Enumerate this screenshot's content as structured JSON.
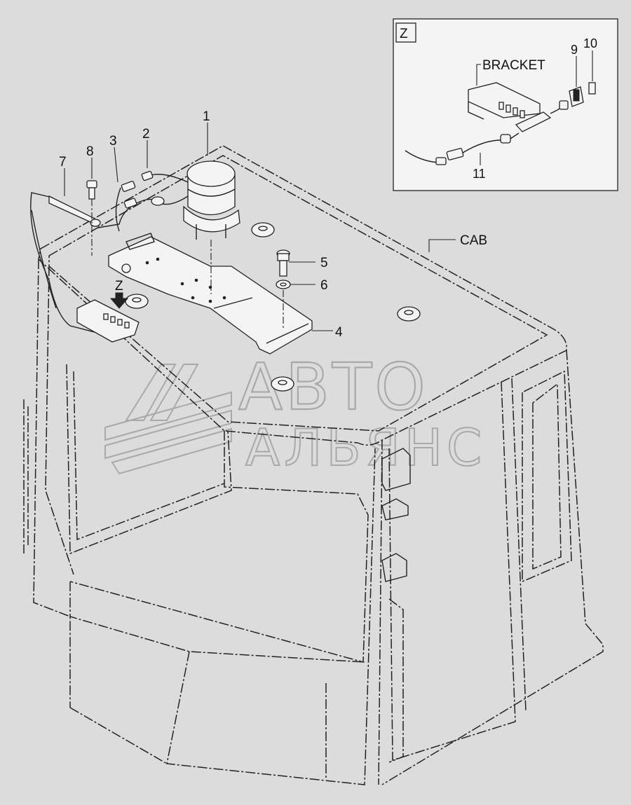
{
  "colors": {
    "background": "#dcdcdc",
    "line": "#222222",
    "watermark": "#a9a9a9",
    "inset_bg": "#f4f4f4"
  },
  "detail": {
    "view_label": "Z",
    "bracket_label": "BRACKET"
  },
  "main": {
    "view_arrow_label": "Z",
    "cab_label": "CAB"
  },
  "callouts": {
    "c1": "1",
    "c2": "2",
    "c3": "3",
    "c4": "4",
    "c5": "5",
    "c6": "6",
    "c7": "7",
    "c8": "8",
    "c9": "9",
    "c10": "10",
    "c11": "11"
  },
  "watermark": {
    "line1": "АВТО",
    "line2": "АЛЬЯНС"
  }
}
